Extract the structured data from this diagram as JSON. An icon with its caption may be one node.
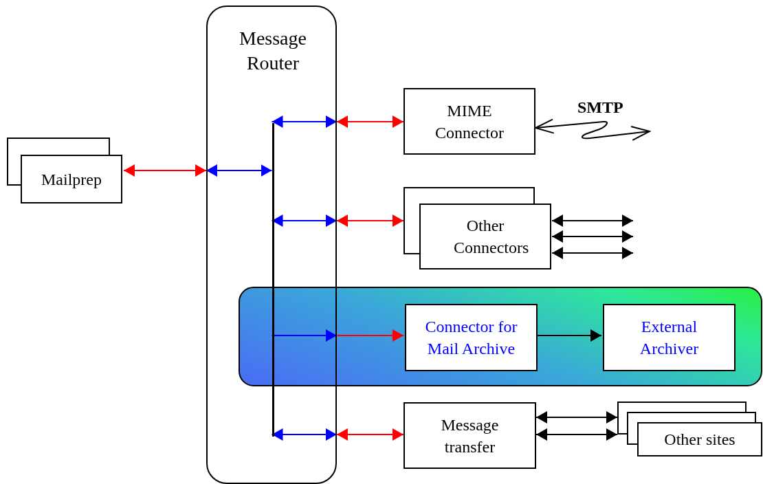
{
  "diagram": {
    "nodes": [
      {
        "text": [
          "Message Router"
        ]
      },
      {
        "text": [],
        "shape": "bar",
        "in": 0
      },
      {
        "text": [
          "Mailprep"
        ]
      },
      {
        "text": [
          "MIME Connector"
        ]
      },
      {
        "text": [
          "Other Connectors"
        ]
      },
      {
        "text": [],
        "shape": "box"
      },
      {
        "text": [
          "Connector for Mail Archive"
        ],
        "in": 5
      },
      {
        "text": [
          "External Archiver"
        ],
        "in": 5
      },
      {
        "text": [
          "Message transfer"
        ]
      },
      {
        "text": [
          "Other sites"
        ]
      }
    ],
    "edges": [
      {
        "from": 2,
        "to": 0,
        "arrow": "both",
        "color": "#ff0000"
      },
      {
        "from": 0,
        "to": 1,
        "arrow": "both",
        "color": "#0000ff"
      },
      {
        "from": 1,
        "to": 0,
        "arrow": "both",
        "color": "#0000ff"
      },
      {
        "from": 0,
        "to": 3,
        "arrow": "both",
        "color": "#ff0000"
      },
      {
        "from": 1,
        "to": 0,
        "arrow": "both",
        "color": "#0000ff"
      },
      {
        "from": 0,
        "to": 4,
        "arrow": "both",
        "color": "#ff0000"
      },
      {
        "from": 1,
        "to": 0,
        "arrow": "to",
        "color": "#0000ff"
      },
      {
        "from": 0,
        "to": 6,
        "arrow": "to",
        "color": "#ff0000"
      },
      {
        "from": 6,
        "to": 7,
        "arrow": "to"
      },
      {
        "from": 1,
        "to": 0,
        "arrow": "both",
        "color": "#0000ff"
      },
      {
        "from": 0,
        "to": 8,
        "arrow": "both",
        "color": "#ff0000"
      },
      {
        "from": 3,
        "to": null,
        "arrow": "both",
        "label": "SMTP"
      },
      {
        "from": 4,
        "to": null,
        "arrow": "both"
      },
      {
        "from": 4,
        "to": null,
        "arrow": "both"
      },
      {
        "from": 4,
        "to": null,
        "arrow": "both"
      },
      {
        "from": 8,
        "to": 9,
        "arrow": "both"
      },
      {
        "from": 8,
        "to": 9,
        "arrow": "both"
      }
    ]
  }
}
